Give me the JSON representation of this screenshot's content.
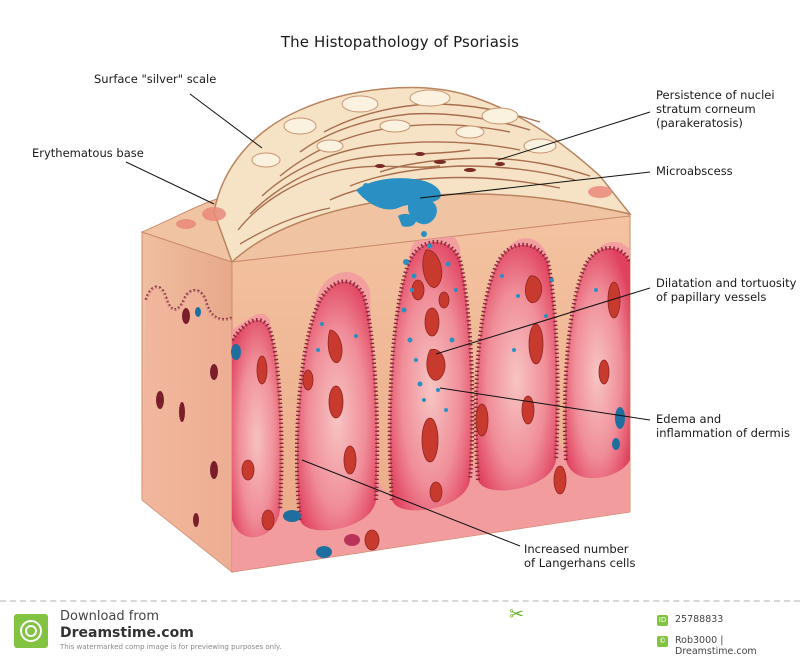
{
  "title": "The Histopathology of Psoriasis",
  "labels": {
    "scale": [
      "Surface \"silver\" scale"
    ],
    "erythematous": [
      "Erythematous base"
    ],
    "parakeratosis": [
      "Persistence of nuclei",
      "stratum corneum",
      "(parakeratosis)"
    ],
    "microabscess": [
      "Microabscess"
    ],
    "dilatation": [
      "Dilatation and tortuosity",
      "of papillary vessels"
    ],
    "edema": [
      "Edema and",
      "inflammation of dermis"
    ],
    "langerhans": [
      "Increased number",
      "of Langerhans cells"
    ]
  },
  "footer": {
    "download_from": "Download from",
    "brand": "Dreamstime.com",
    "note": "This watermarked comp image is for previewing purposes only.",
    "id_badge": "ID",
    "image_id": "25788833",
    "copyright_badge": "©",
    "credit": "Rob3000 | Dreamstime.com"
  },
  "colors": {
    "epidermis_front": "#f2b690",
    "dermis_pink": "#f4a0a6",
    "papilla_red": "#e5405c",
    "vessel_red": "#cf4030",
    "microabscess_blue": "#2a8fc2",
    "scale_cream": "#f6e7cf",
    "brand_green": "#82c341"
  }
}
